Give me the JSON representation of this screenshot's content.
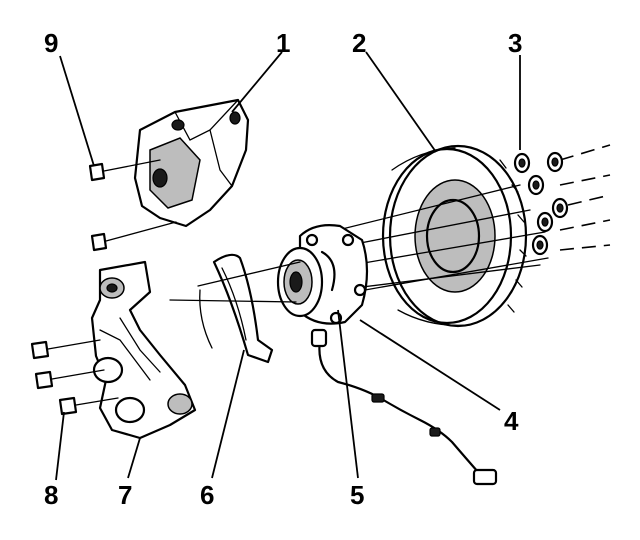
{
  "callouts": {
    "c1": "1",
    "c2": "2",
    "c3": "3",
    "c4": "4",
    "c5": "5",
    "c6": "6",
    "c7": "7",
    "c8": "8",
    "c9": "9"
  },
  "colors": {
    "ink": "#000000",
    "shade": "#bdbdbd",
    "background": "#ffffff"
  }
}
